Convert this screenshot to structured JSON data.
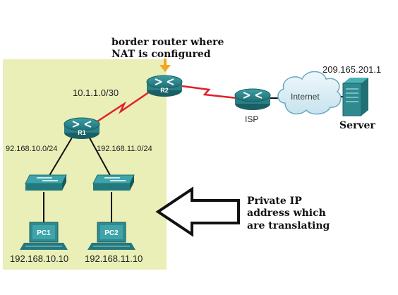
{
  "colors": {
    "private_zone": "#e9efb6",
    "wan_link": "#e0202c",
    "nat_arrow": "#f5a623",
    "device_teal": "#2f8a8f",
    "cloud": "#d9eef6"
  },
  "callouts": {
    "nat_line1": "border router where",
    "nat_line2": "NAT is configured",
    "private_line1": "Private IP",
    "private_line2": "address which",
    "private_line3": "are translating"
  },
  "devices": {
    "r2_label": "R2",
    "r1_label": "R1",
    "isp_label": "ISP",
    "internet_label": "Internet",
    "server_label": "Server",
    "pc1_label": "PC1",
    "pc2_label": "PC2"
  },
  "networks": {
    "r1_r2_link": "10.1.1.0/30",
    "lan1": "92.168.10.0/24",
    "lan2": "192.168.11.0/24",
    "server_ip": "209.165.201.1",
    "pc1_ip": "192.168.10.10",
    "pc2_ip": "192.168.11.10"
  },
  "icons": [
    "router-icon",
    "switch-icon",
    "pc-icon",
    "server-icon",
    "cloud-icon",
    "arrow-icon"
  ]
}
